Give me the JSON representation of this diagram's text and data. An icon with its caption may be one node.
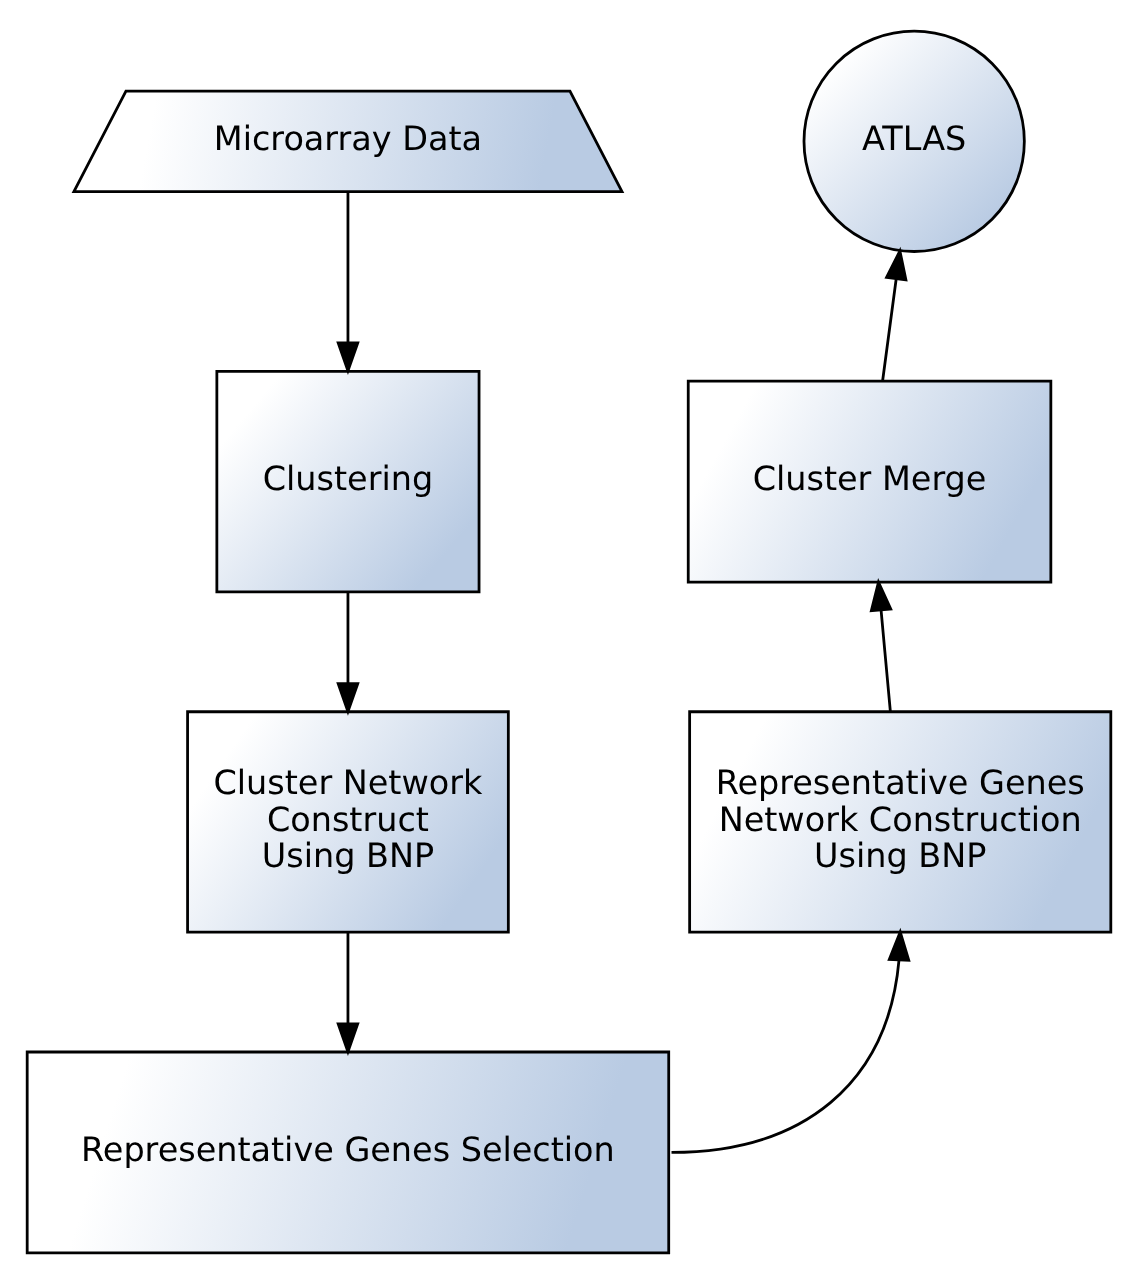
{
  "diagram": {
    "nodes": [
      {
        "text": [
          "Microarray Data"
        ]
      },
      {
        "text": [
          "Clustering"
        ]
      },
      {
        "text": [
          "Cluster Network Construct Using BNP"
        ]
      },
      {
        "text": [
          "Representative Genes Selection"
        ]
      },
      {
        "text": [
          "Representative Genes Network Construction Using BNP"
        ]
      },
      {
        "text": [
          "Cluster Merge"
        ]
      },
      {
        "text": [
          "ATLAS"
        ]
      }
    ],
    "edges": [
      {
        "from": 0,
        "to": 1,
        "arrow": "to"
      },
      {
        "from": 1,
        "to": 2,
        "arrow": "to"
      },
      {
        "from": 2,
        "to": 3,
        "arrow": "to"
      },
      {
        "from": 3,
        "to": 4,
        "arrow": "to"
      },
      {
        "from": 4,
        "to": 5,
        "arrow": "to"
      },
      {
        "from": 5,
        "to": 6,
        "arrow": "to"
      }
    ]
  }
}
